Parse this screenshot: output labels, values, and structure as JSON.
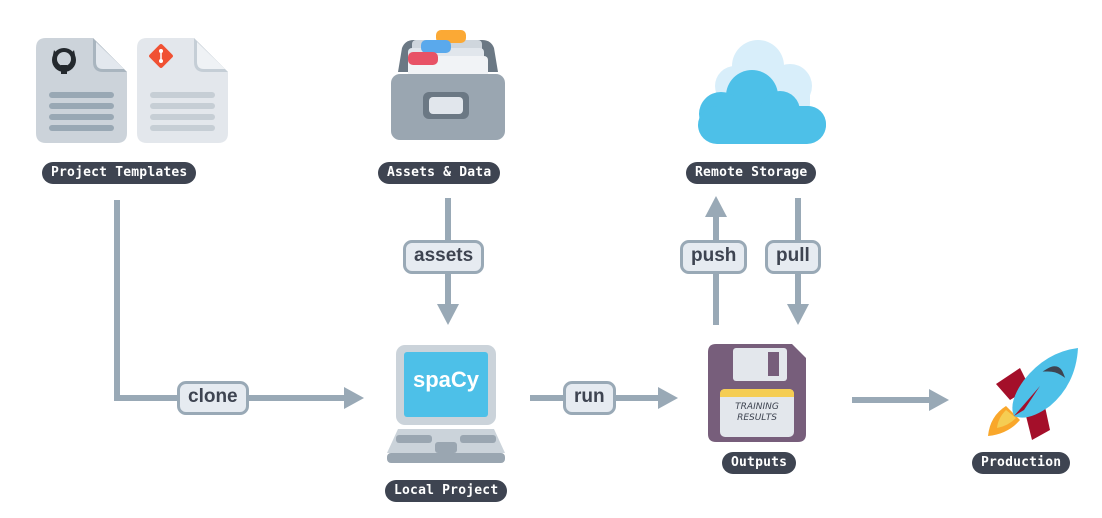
{
  "diagram": {
    "nodes": [
      {
        "id": "project-templates",
        "label": "Project Templates",
        "icon": "template-documents-icon"
      },
      {
        "id": "assets-data",
        "label": "Assets & Data",
        "icon": "card-file-box-icon"
      },
      {
        "id": "remote-storage",
        "label": "Remote Storage",
        "icon": "cloud-icon"
      },
      {
        "id": "local-project",
        "label": "Local Project",
        "icon": "laptop-icon",
        "screen_text": "spaCy"
      },
      {
        "id": "outputs",
        "label": "Outputs",
        "icon": "floppy-disk-icon",
        "disk_label_line1": "TRAINING",
        "disk_label_line2": "RESULTS"
      },
      {
        "id": "production",
        "label": "Production",
        "icon": "rocket-icon"
      }
    ],
    "edges": [
      {
        "from": "project-templates",
        "to": "local-project",
        "label": "clone"
      },
      {
        "from": "assets-data",
        "to": "local-project",
        "label": "assets"
      },
      {
        "from": "local-project",
        "to": "outputs",
        "label": "run"
      },
      {
        "from": "outputs",
        "to": "remote-storage",
        "label": "push"
      },
      {
        "from": "remote-storage",
        "to": "outputs",
        "label": "pull"
      },
      {
        "from": "outputs",
        "to": "production",
        "label": ""
      }
    ],
    "colors": {
      "arrow": "#99a9b6",
      "node_label_bg": "#3e4451",
      "edge_label_bg": "#e6ebf1",
      "cloud_front": "#4dc0e8",
      "cloud_back": "#d8eefa",
      "laptop_screen": "#4dc0e8",
      "floppy": "#775e7b",
      "floppy_tab": "#f5cd53",
      "rocket_body": "#4dc0e8",
      "rocket_fin": "#a40f2a",
      "flame": "#f9a72b",
      "git_logo": "#f05133",
      "card_red": "#e85266",
      "card_blue": "#5aa9ec",
      "card_orange": "#fba935"
    }
  }
}
